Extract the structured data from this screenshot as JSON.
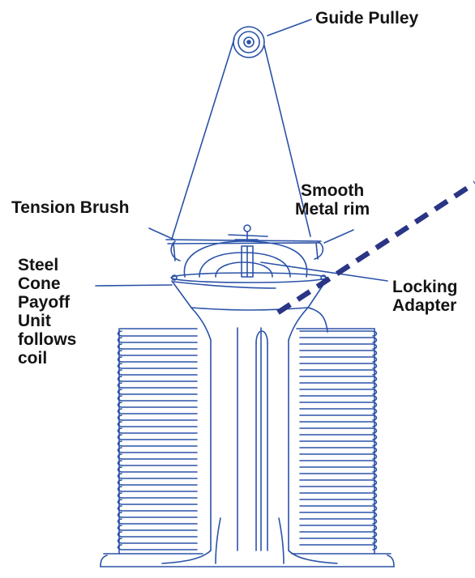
{
  "labels": {
    "guide_pulley": "Guide Pulley",
    "tension_brush": "Tension Brush",
    "smooth_metal_rim": [
      "Smooth",
      "Metal rim"
    ],
    "locking_adapter": [
      "Locking",
      "Adapter"
    ],
    "steel_cone_payoff": [
      "Steel",
      "Cone",
      "Payoff",
      "Unit",
      "follows",
      "coil"
    ]
  },
  "colors": {
    "line": "#2b52a8",
    "wire": "#2a3585",
    "text": "#141414",
    "background": "#ffffff"
  }
}
